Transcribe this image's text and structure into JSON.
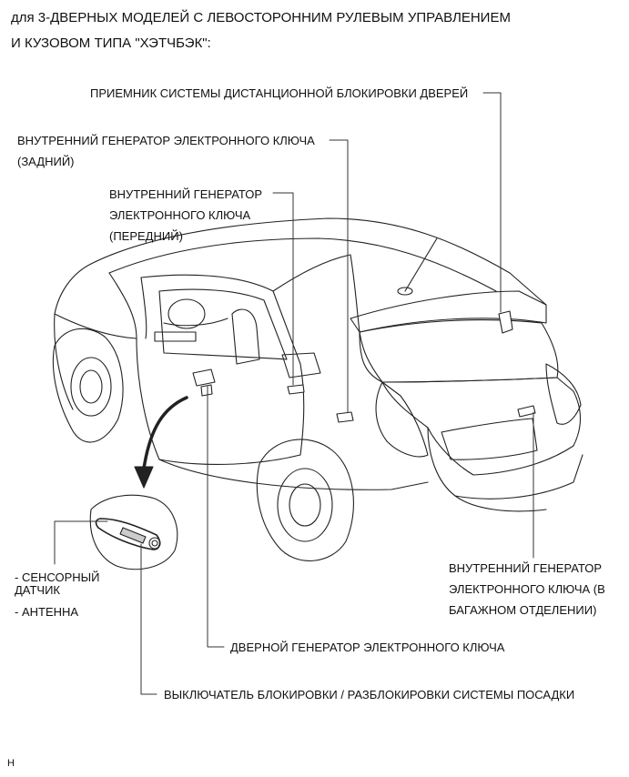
{
  "header": {
    "line1": "для 3-ДВЕРНЫХ МОДЕЛЕЙ С ЛЕВОСТОРОННИМ РУЛЕВЫМ УПРАВЛЕНИЕМ",
    "line2": "И КУЗОВОМ ТИПА \"ХЭТЧБЭК\":"
  },
  "labels": {
    "receiver": "ПРИЕМНИК СИСТЕМЫ ДИСТАНЦИОННОЙ БЛОКИРОВКИ ДВЕРЕЙ",
    "rear_osc_line1": "ВНУТРЕННИЙ ГЕНЕРАТОР ЭЛЕКТРОННОГО КЛЮЧА",
    "rear_osc_line2": "(ЗАДНИЙ)",
    "front_osc_line1": "ВНУТРЕННИЙ ГЕНЕРАТОР",
    "front_osc_line2": "ЭЛЕКТРОННОГО КЛЮЧА",
    "front_osc_line3": "(ПЕРЕДНИЙ)",
    "luggage_osc_line1": "ВНУТРЕННИЙ ГЕНЕРАТОР",
    "luggage_osc_line2": "ЭЛЕКТРОННОГО КЛЮЧА (В",
    "luggage_osc_line3": "БАГАЖНОМ ОТДЕЛЕНИИ)",
    "sensor_line1": "- СЕНСОРНЫЙ",
    "sensor_line2": "ДАТЧИК",
    "antenna": "- АНТЕННА",
    "door_osc": "ДВЕРНОЙ ГЕНЕРАТОР ЭЛЕКТРОННОГО КЛЮЧА",
    "lock_switch": "ВЫКЛЮЧАТЕЛЬ БЛОКИРОВКИ / РАЗБЛОКИРОВКИ СИСТЕМЫ ПОСАДКИ"
  },
  "figure_code": "H"
}
